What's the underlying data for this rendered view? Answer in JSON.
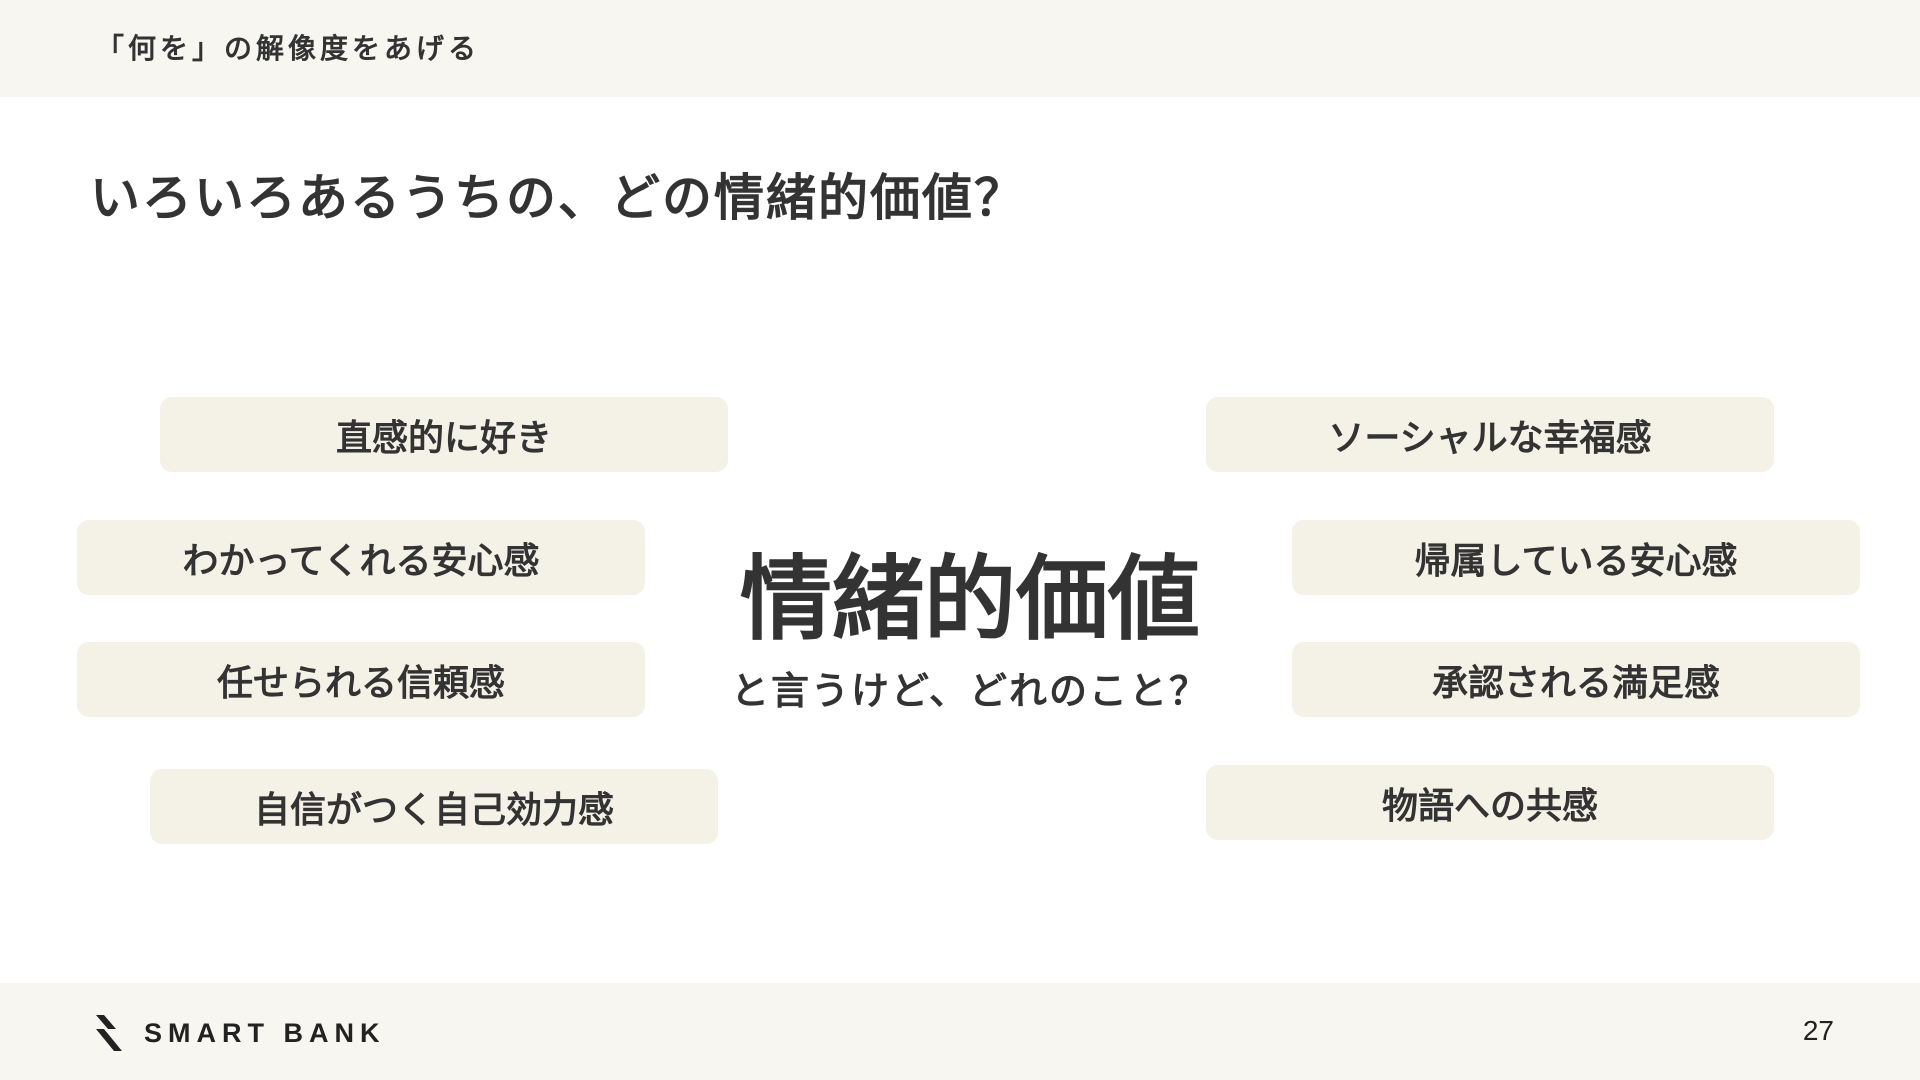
{
  "header": {
    "breadcrumb": "「何を」の解像度をあげる"
  },
  "title": "いろいろあるうちの、どの情緒的価値？",
  "center": {
    "heading": "情緒的価値",
    "subheading": "と言うけど、どれのこと？"
  },
  "left_items": [
    {
      "label": "直感的に好き"
    },
    {
      "label": "わかってくれる安心感"
    },
    {
      "label": "任せられる信頼感"
    },
    {
      "label": "自信がつく自己効力感"
    }
  ],
  "right_items": [
    {
      "label": "ソーシャルな幸福感"
    },
    {
      "label": "帰属している安心感"
    },
    {
      "label": "承認される満足感"
    },
    {
      "label": "物語への共感"
    }
  ],
  "footer": {
    "logo_text": "SMART BANK",
    "logo_icon": "smartbank-logo-icon",
    "page_number": "27"
  },
  "colors": {
    "band_background": "#f8f6f0",
    "pill_background": "#f4f1e6",
    "text": "#333333"
  }
}
